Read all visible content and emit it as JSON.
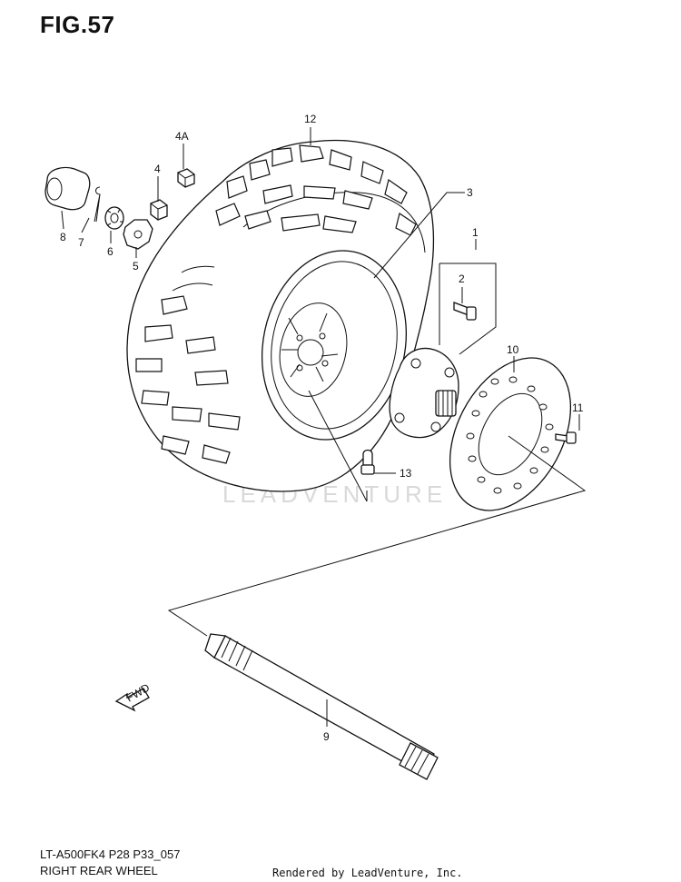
{
  "figure": {
    "title": "FIG.57",
    "model_code": "LT-A500FK4 P28 P33_057",
    "caption": "RIGHT REAR WHEEL",
    "credit": "Rendered by LeadVenture, Inc.",
    "watermark": "LEADVENTURE",
    "direction_label": "FWD"
  },
  "callouts": {
    "c1": "1",
    "c2": "2",
    "c3": "3",
    "c4": "4",
    "c4a": "4A",
    "c5": "5",
    "c6": "6",
    "c7": "7",
    "c8": "8",
    "c9": "9",
    "c10": "10",
    "c11": "11",
    "c12": "12",
    "c13": "13"
  },
  "parts": [
    {
      "ref": "1",
      "icon": "hub-assembly-icon"
    },
    {
      "ref": "2",
      "icon": "hub-bolt-icon"
    },
    {
      "ref": "3",
      "icon": "wheel-rim-icon"
    },
    {
      "ref": "4",
      "icon": "wheel-nut-icon"
    },
    {
      "ref": "4A",
      "icon": "wheel-nut-icon"
    },
    {
      "ref": "5",
      "icon": "washer-icon"
    },
    {
      "ref": "6",
      "icon": "castle-nut-icon"
    },
    {
      "ref": "7",
      "icon": "cotter-pin-icon"
    },
    {
      "ref": "8",
      "icon": "hub-cap-icon"
    },
    {
      "ref": "9",
      "icon": "drive-shaft-icon"
    },
    {
      "ref": "10",
      "icon": "brake-disc-icon"
    },
    {
      "ref": "11",
      "icon": "disc-bolt-icon"
    },
    {
      "ref": "12",
      "icon": "tire-icon"
    },
    {
      "ref": "13",
      "icon": "valve-icon"
    }
  ]
}
